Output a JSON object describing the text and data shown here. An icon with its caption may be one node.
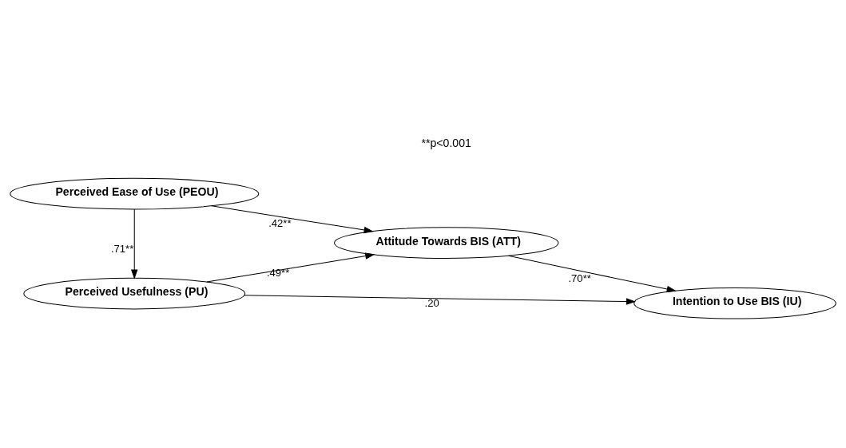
{
  "diagram": {
    "nodes": [
      {
        "text": [
          "Perceived Usefulness (PU)"
        ]
      },
      {
        "text": [
          "Perceived Ease of Use (PEOU)"
        ]
      },
      {
        "text": [
          "Attitude Towards BIS (ATT)"
        ]
      },
      {
        "text": [
          "Intention to Use BIS (IU)"
        ]
      }
    ],
    "edges": [
      {
        "from": 1,
        "to": 0,
        "arrow": "to",
        "label": ".71**"
      },
      {
        "from": 0,
        "to": 2,
        "arrow": "to",
        "label": ".49**"
      },
      {
        "from": 1,
        "to": 2,
        "arrow": "to",
        "label": ".42**"
      },
      {
        "from": 2,
        "to": 3,
        "arrow": "to",
        "label": ".70**"
      },
      {
        "from": 0,
        "to": 3,
        "arrow": "to",
        "label": ".20"
      }
    ],
    "labels": [
      "**p<0.001"
    ]
  }
}
